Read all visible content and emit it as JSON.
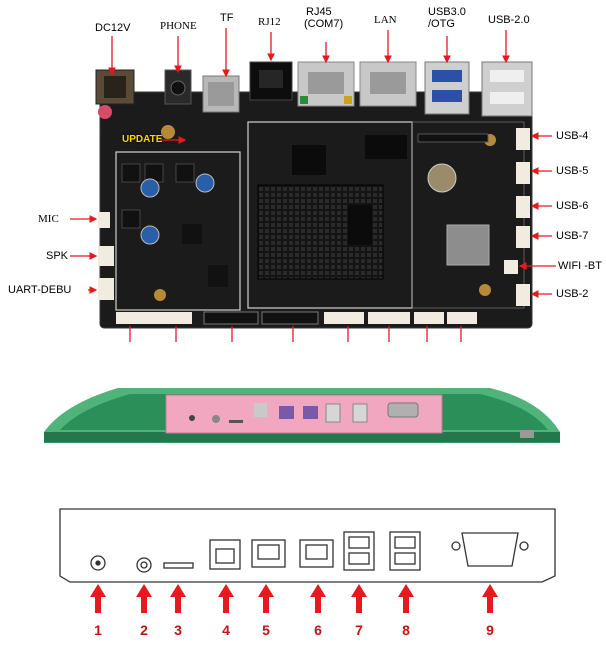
{
  "board_labels": {
    "dc12v": "DC12V",
    "phone": "PHONE",
    "tf": "TF",
    "rj12": "RJ12",
    "rj45": "RJ45",
    "com7": "(COM7)",
    "lan": "LAN",
    "usb30": "USB3.0",
    "otg": "/OTG",
    "usb20": "USB-2.0",
    "usb4": "USB-4",
    "usb5": "USB-5",
    "usb6": "USB-6",
    "usb7": "USB-7",
    "wifi_bt": "WIFI -BT",
    "usb2": "USB-2",
    "mic": "MIC",
    "spk": "SPK",
    "uart": "UART-DEBU",
    "update": "UPDATE"
  },
  "port_numbers": [
    "1",
    "2",
    "3",
    "4",
    "5",
    "6",
    "7",
    "8",
    "9"
  ],
  "colors": {
    "board": "#1b1b1b",
    "arrow": "#e8191c",
    "enclosure": "#2e9a63",
    "pink_panel": "#f2a7c0",
    "number": "#cc1111"
  }
}
